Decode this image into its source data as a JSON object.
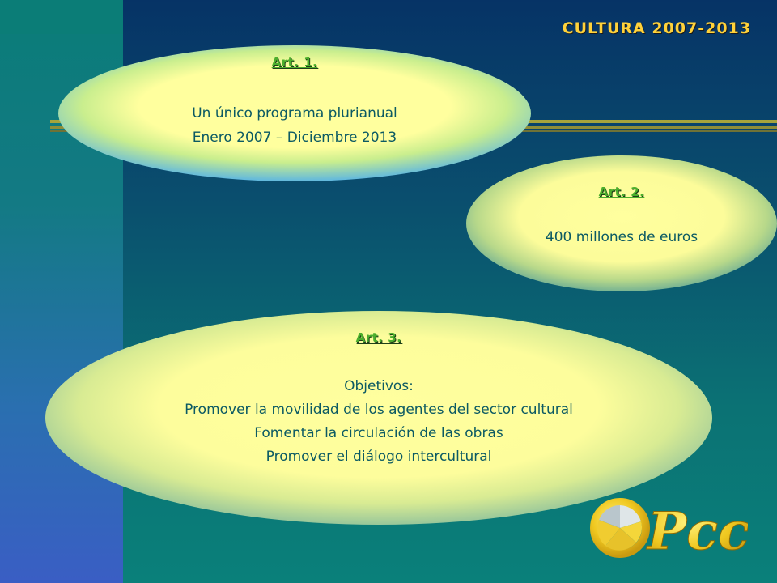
{
  "slide": {
    "title": "CULTURA 2007-2013",
    "articles": [
      {
        "label": "Art. 1.",
        "lines": [
          "Un único programa plurianual",
          "Enero 2007 – Diciembre 2013"
        ]
      },
      {
        "label": "Art. 2.",
        "lines": [
          "400 millones de euros"
        ]
      },
      {
        "label": "Art. 3.",
        "lines": [
          "Objetivos:",
          "Promover la movilidad de los agentes del sector cultural",
          "Fomentar la circulación de las obras",
          "Promover el diálogo intercultural"
        ]
      }
    ],
    "logo": {
      "text": "Pcc",
      "icon": "pcc-logo-icon"
    }
  },
  "colors": {
    "title": "#ffd23a",
    "label": "#4caf2d",
    "body_text": "#0c5a63",
    "ellipse_fill": "#ffff9e",
    "logo": "#f0c820"
  }
}
